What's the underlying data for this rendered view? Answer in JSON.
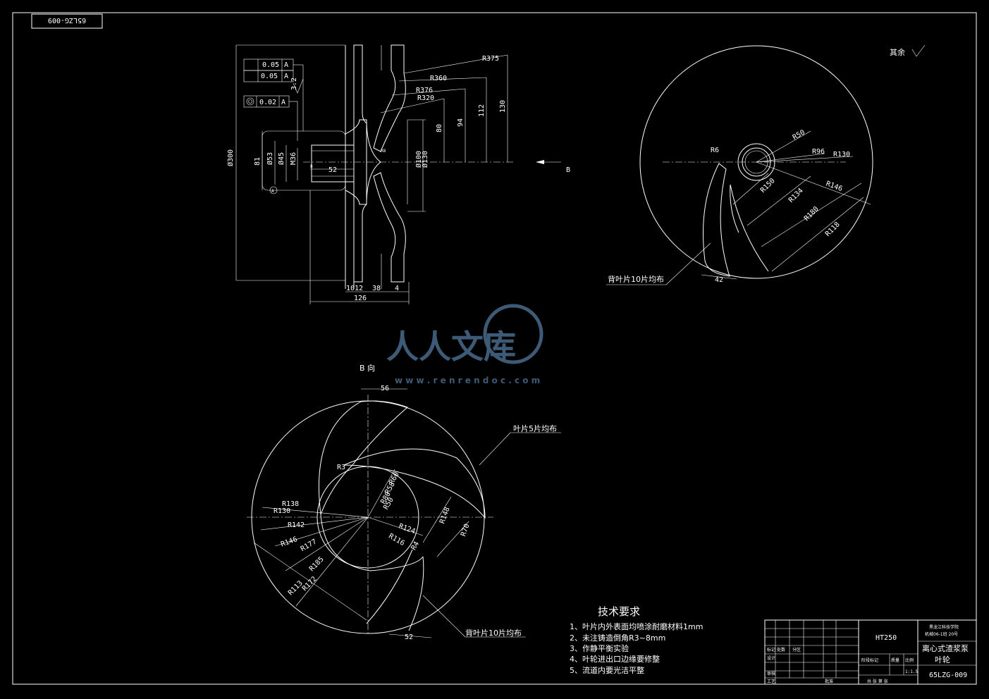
{
  "drawing_number": "65LZG-009",
  "drawing_number_mirrored": "65LZG-009",
  "tolerances": [
    {
      "symbol": "runout-1",
      "value": "0.05",
      "datum": "A"
    },
    {
      "symbol": "runout-2",
      "value": "0.05",
      "datum": "A"
    },
    {
      "symbol": "concentric",
      "value": "0.02",
      "datum": "A"
    }
  ],
  "roughness": "3.2",
  "other_surfaces_note": "其余",
  "view_arrow_label": "B",
  "view_b_title": "B 向",
  "section_dims": {
    "radial": [
      "R375",
      "R360",
      "R376",
      "R320"
    ],
    "vertical": [
      "130",
      "112",
      "94",
      "80",
      "Ø100",
      "Ø130"
    ],
    "left": [
      "Ø300",
      "81",
      "Ø53",
      "Ø45",
      "M36",
      "52",
      "8",
      "R8"
    ],
    "bottom": [
      "10",
      "12",
      "38",
      "4",
      "126"
    ],
    "datum": "A"
  },
  "top_right_dims": [
    "R6",
    "R50",
    "R96",
    "R130",
    "R150",
    "R134",
    "R146",
    "R180",
    "R118",
    "42"
  ],
  "back_vane_note": "背叶片10片均布",
  "vane_note": "叶片5片均布",
  "view_b_dims": [
    "56",
    "R3",
    "R60",
    "R58",
    "R80",
    "R50",
    "R138",
    "R130",
    "R142",
    "R124",
    "R148",
    "R70",
    "R116",
    "R4",
    "R146",
    "R177",
    "R185",
    "R172",
    "R113",
    "52"
  ],
  "watermark": {
    "text": "人人文库",
    "url": "w w w . r e n r e n d o c . c o m"
  },
  "tech_req": {
    "title": "技术要求",
    "items": [
      "1、叶片内外表面均喷涂耐磨材料1mm",
      "2、未注铸造倒角R3~8mm",
      "3、作静平衡实验",
      "4、叶轮进出口边缘要修整",
      "5、流道内要光洁平整"
    ]
  },
  "title_block": {
    "material": "HT250",
    "school": "黑龙江科技学院",
    "class": "机械06-1班  20号",
    "product": "离心式渣浆泵",
    "part": "叶轮",
    "scale": "1:1.5",
    "row_labels": [
      "标记",
      "处数",
      "分区",
      "设计",
      "审核",
      "工艺",
      "阶段标记",
      "质量",
      "比例",
      "共张",
      "第张",
      "批准"
    ],
    "sheet_label": "共 张   第 张"
  }
}
